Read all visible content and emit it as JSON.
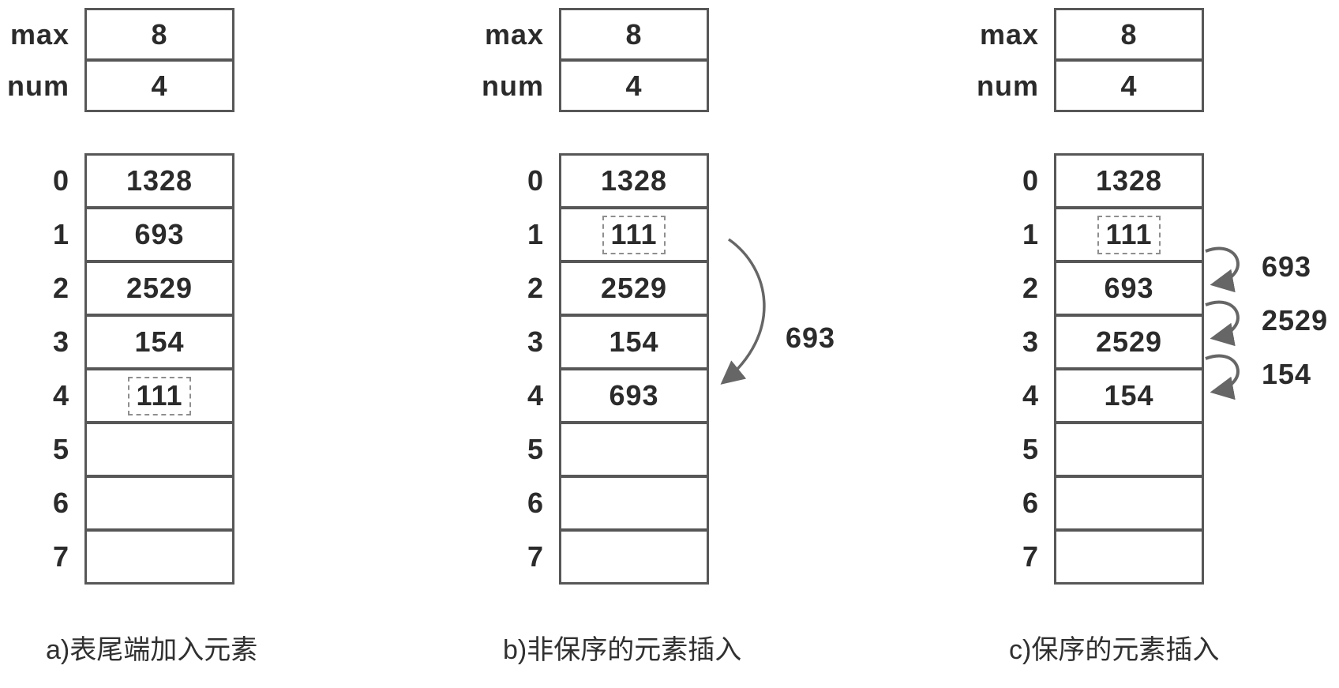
{
  "colors": {
    "line": "#575757",
    "text": "#2b2b2b",
    "arrow": "#666666",
    "dashed_box": "#8f8f8f"
  },
  "panels": [
    {
      "id": "a",
      "header": {
        "rows": [
          {
            "label": "max",
            "value": "8"
          },
          {
            "label": "num",
            "value": "4"
          }
        ]
      },
      "cells": [
        {
          "index": "0",
          "value": "1328",
          "dashed": false
        },
        {
          "index": "1",
          "value": "693",
          "dashed": false
        },
        {
          "index": "2",
          "value": "2529",
          "dashed": false
        },
        {
          "index": "3",
          "value": "154",
          "dashed": false
        },
        {
          "index": "4",
          "value": "111",
          "dashed": true
        },
        {
          "index": "5",
          "value": "",
          "dashed": false
        },
        {
          "index": "6",
          "value": "",
          "dashed": false
        },
        {
          "index": "7",
          "value": "",
          "dashed": false
        }
      ],
      "caption": "a)表尾端加入元素",
      "arrows": []
    },
    {
      "id": "b",
      "header": {
        "rows": [
          {
            "label": "max",
            "value": "8"
          },
          {
            "label": "num",
            "value": "4"
          }
        ]
      },
      "cells": [
        {
          "index": "0",
          "value": "1328",
          "dashed": false
        },
        {
          "index": "1",
          "value": "111",
          "dashed": true
        },
        {
          "index": "2",
          "value": "2529",
          "dashed": false
        },
        {
          "index": "3",
          "value": "154",
          "dashed": false
        },
        {
          "index": "4",
          "value": "693",
          "dashed": false
        },
        {
          "index": "5",
          "value": "",
          "dashed": false
        },
        {
          "index": "6",
          "value": "",
          "dashed": false
        },
        {
          "index": "7",
          "value": "",
          "dashed": false
        }
      ],
      "caption": "b)非保序的元素插入",
      "arrows": [
        {
          "label": "693",
          "from": 1,
          "to": 4,
          "style": "long-curve"
        }
      ]
    },
    {
      "id": "c",
      "header": {
        "rows": [
          {
            "label": "max",
            "value": "8"
          },
          {
            "label": "num",
            "value": "4"
          }
        ]
      },
      "cells": [
        {
          "index": "0",
          "value": "1328",
          "dashed": false
        },
        {
          "index": "1",
          "value": "111",
          "dashed": true
        },
        {
          "index": "2",
          "value": "693",
          "dashed": false
        },
        {
          "index": "3",
          "value": "2529",
          "dashed": false
        },
        {
          "index": "4",
          "value": "154",
          "dashed": false
        },
        {
          "index": "5",
          "value": "",
          "dashed": false
        },
        {
          "index": "6",
          "value": "",
          "dashed": false
        },
        {
          "index": "7",
          "value": "",
          "dashed": false
        }
      ],
      "caption": "c)保序的元素插入",
      "arrows": [
        {
          "label": "693",
          "from": 1,
          "to": 2,
          "style": "loop"
        },
        {
          "label": "2529",
          "from": 2,
          "to": 3,
          "style": "loop"
        },
        {
          "label": "154",
          "from": 3,
          "to": 4,
          "style": "loop"
        }
      ]
    }
  ]
}
